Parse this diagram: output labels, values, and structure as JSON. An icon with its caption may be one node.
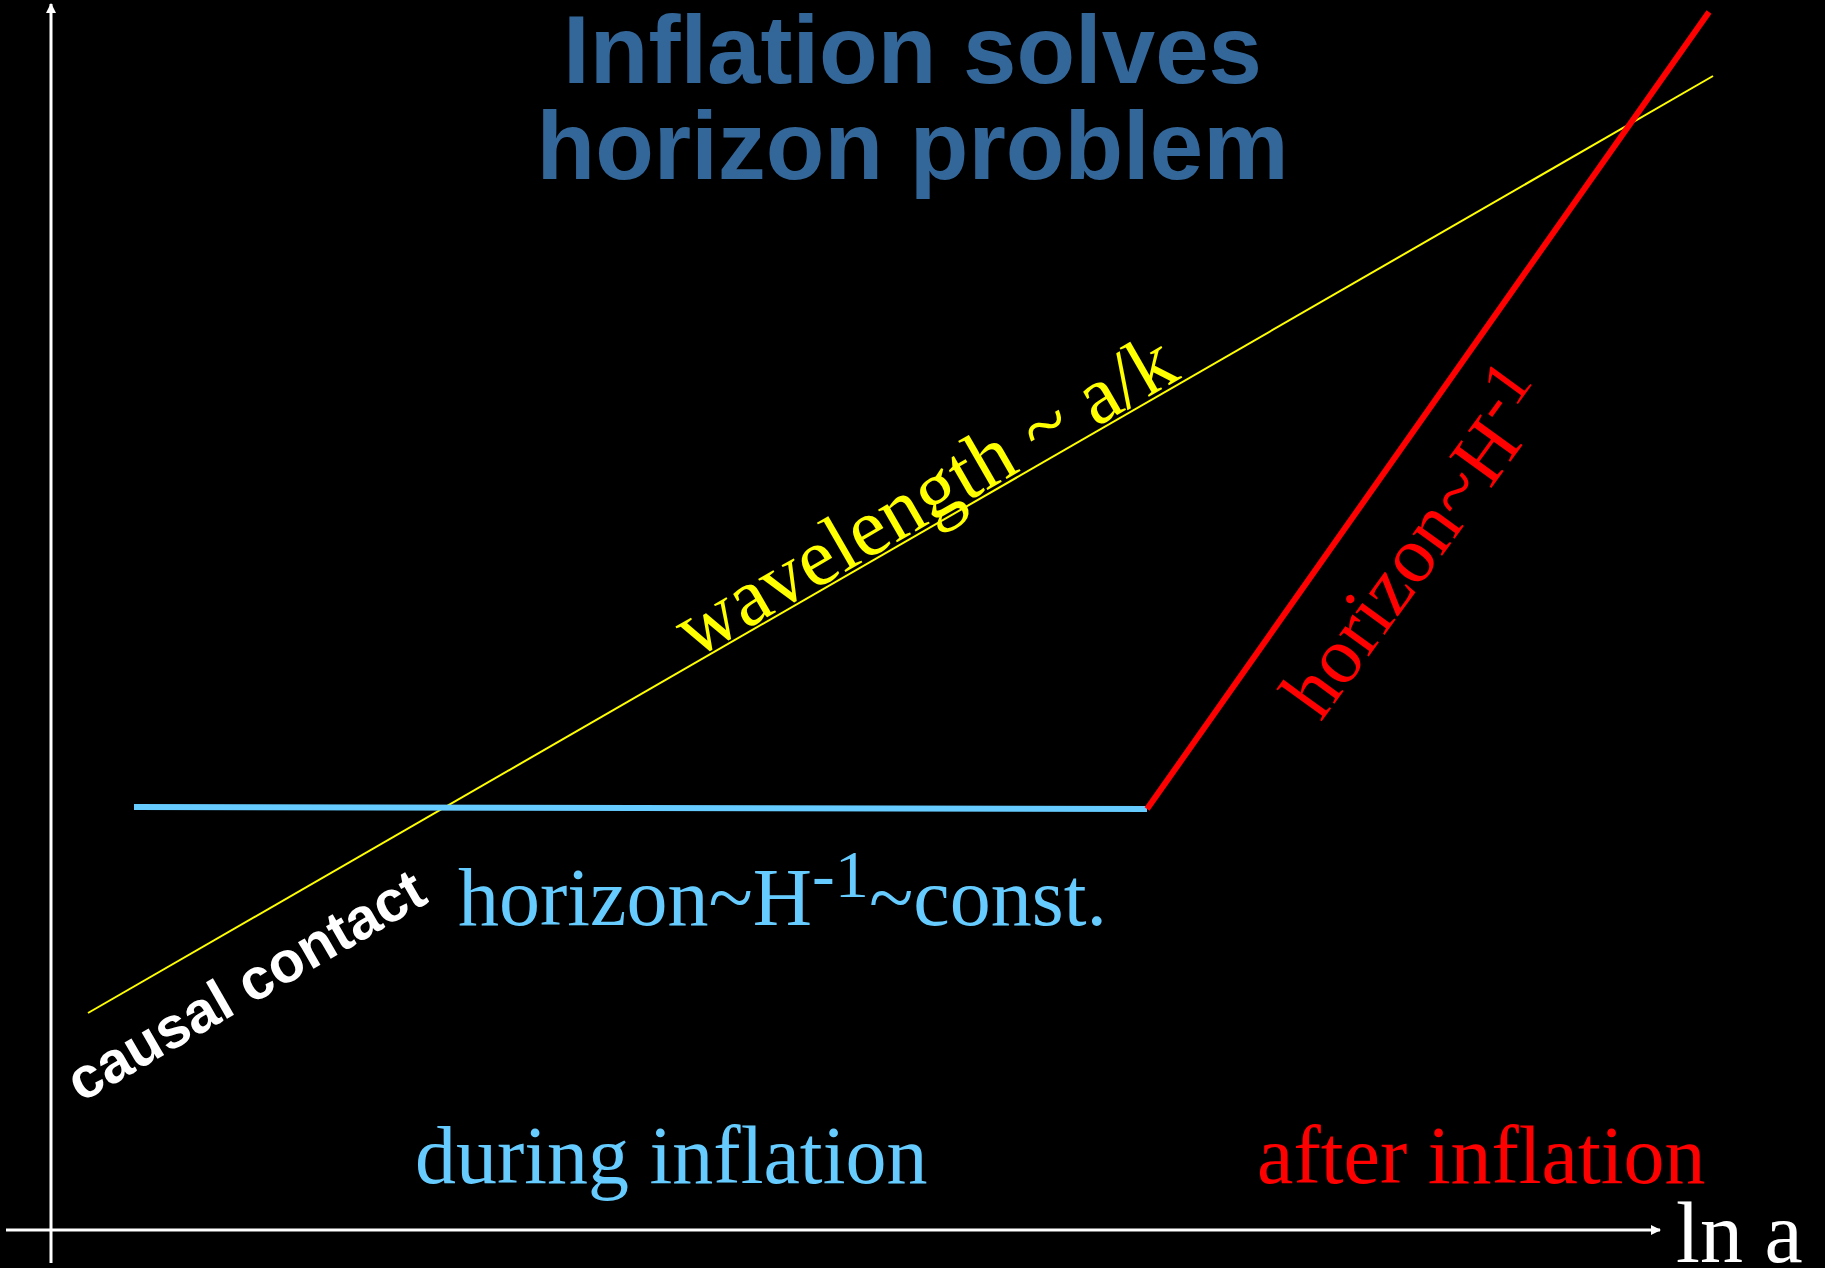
{
  "diagram": {
    "title": "Inflation solves horizon problem",
    "labels": [
      "wavelength ~ a/k",
      "horizon~H$^{-1}$",
      "causal contact",
      "horizon~H$^{-1}$~const.",
      "during inflation",
      "after inflation",
      "ln a"
    ]
  }
}
